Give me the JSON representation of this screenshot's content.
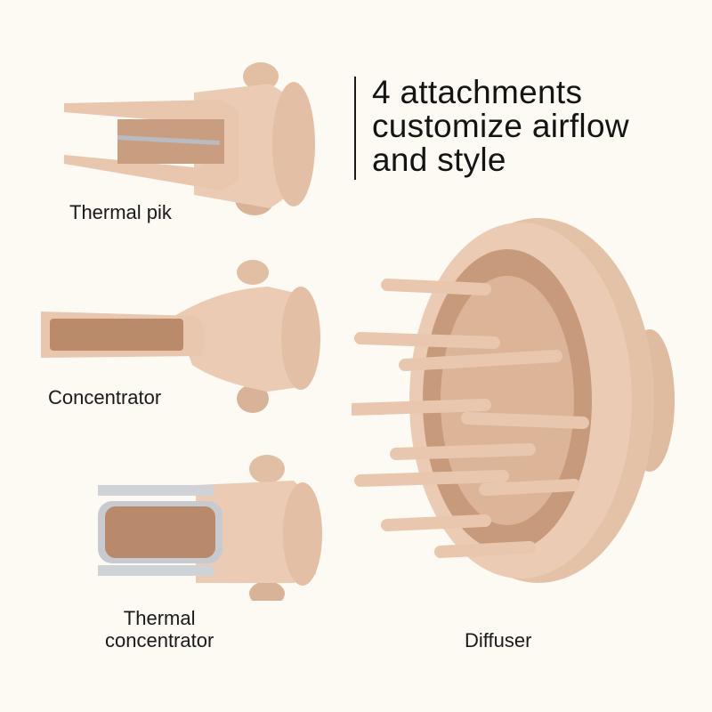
{
  "headline": {
    "lines": [
      "4 attachments",
      "customize airflow",
      "and style"
    ]
  },
  "attachments": [
    {
      "name": "Thermal pik",
      "label_lines": [
        "Thermal pik"
      ]
    },
    {
      "name": "Concentrator",
      "label_lines": [
        "Concentrator"
      ]
    },
    {
      "name": "Thermal concentrator",
      "label_lines": [
        "Thermal",
        "concentrator"
      ]
    },
    {
      "name": "Diffuser",
      "label_lines": [
        "Diffuser"
      ]
    }
  ],
  "colors": {
    "background": "#fdf9f3",
    "product": "#e8c7ae",
    "product_shadow": "#c99d7f",
    "metal": "#c9ccd0",
    "text": "#1a1a1a"
  }
}
